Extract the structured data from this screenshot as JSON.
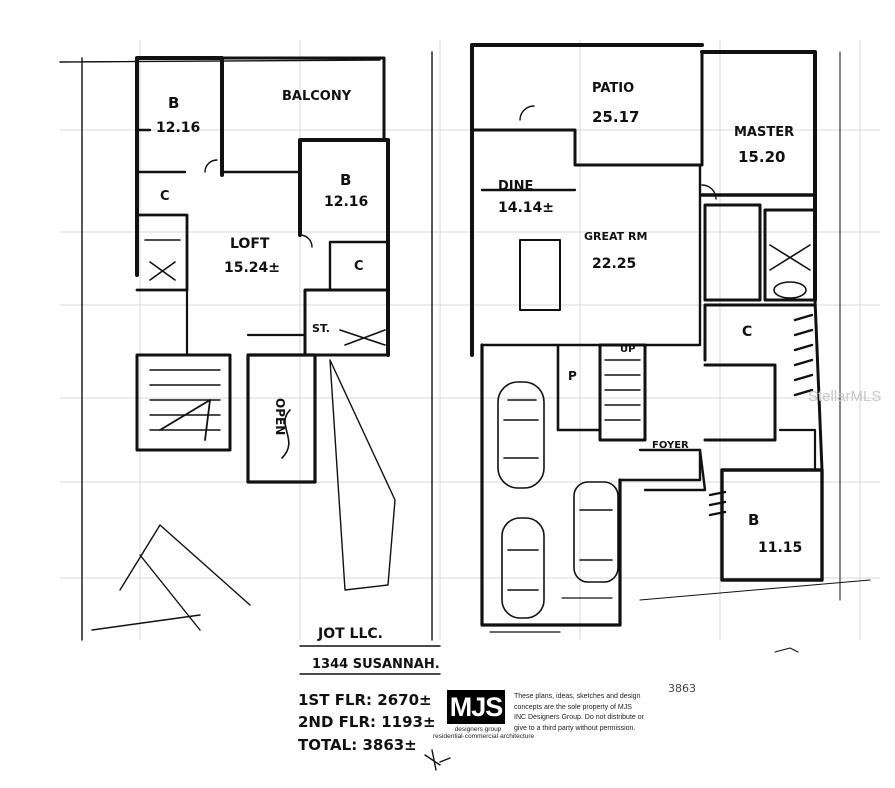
{
  "upper_floor": {
    "rooms": [
      {
        "label": "B",
        "dims": "12.16"
      },
      {
        "label": "BALCONY",
        "dims": ""
      },
      {
        "label": "B",
        "dims": "12.16"
      },
      {
        "label": "LOFT",
        "dims": "15.24±"
      },
      {
        "label": "C",
        "dims": ""
      },
      {
        "label": "C",
        "dims": ""
      },
      {
        "label": "ST.",
        "dims": ""
      },
      {
        "label": "OPEN",
        "dims": ""
      }
    ]
  },
  "lower_floor": {
    "rooms": [
      {
        "label": "PATIO",
        "dims": "25.17"
      },
      {
        "label": "MASTER",
        "dims": "15.20"
      },
      {
        "label": "DINE",
        "dims": "14.14±"
      },
      {
        "label": "GREAT RM",
        "dims": "22.25"
      },
      {
        "label": "C",
        "dims": ""
      },
      {
        "label": "P",
        "dims": ""
      },
      {
        "label": "FOYER",
        "dims": ""
      },
      {
        "label": "B",
        "dims": "11.15"
      },
      {
        "label": "UP",
        "dims": ""
      }
    ]
  },
  "lot": {
    "line1": "JOT LLC.",
    "line2": "1344 SUSANNAH."
  },
  "area_summary": {
    "first_floor": "1ST FLR: 2670±",
    "second_floor": "2ND FLR: 1193±",
    "total": "TOTAL: 3863±"
  },
  "margin_note": "3863",
  "logo": {
    "text": "MJS",
    "subtitle_1": "designers group",
    "subtitle_2": "residential·commercial·architecture"
  },
  "disclaimer": "These plans, ideas, sketches and design concepts are the sole property of MJS INC Designers Group. Do not distribute or give to a third party without permission.",
  "watermark": "StellarMLS"
}
